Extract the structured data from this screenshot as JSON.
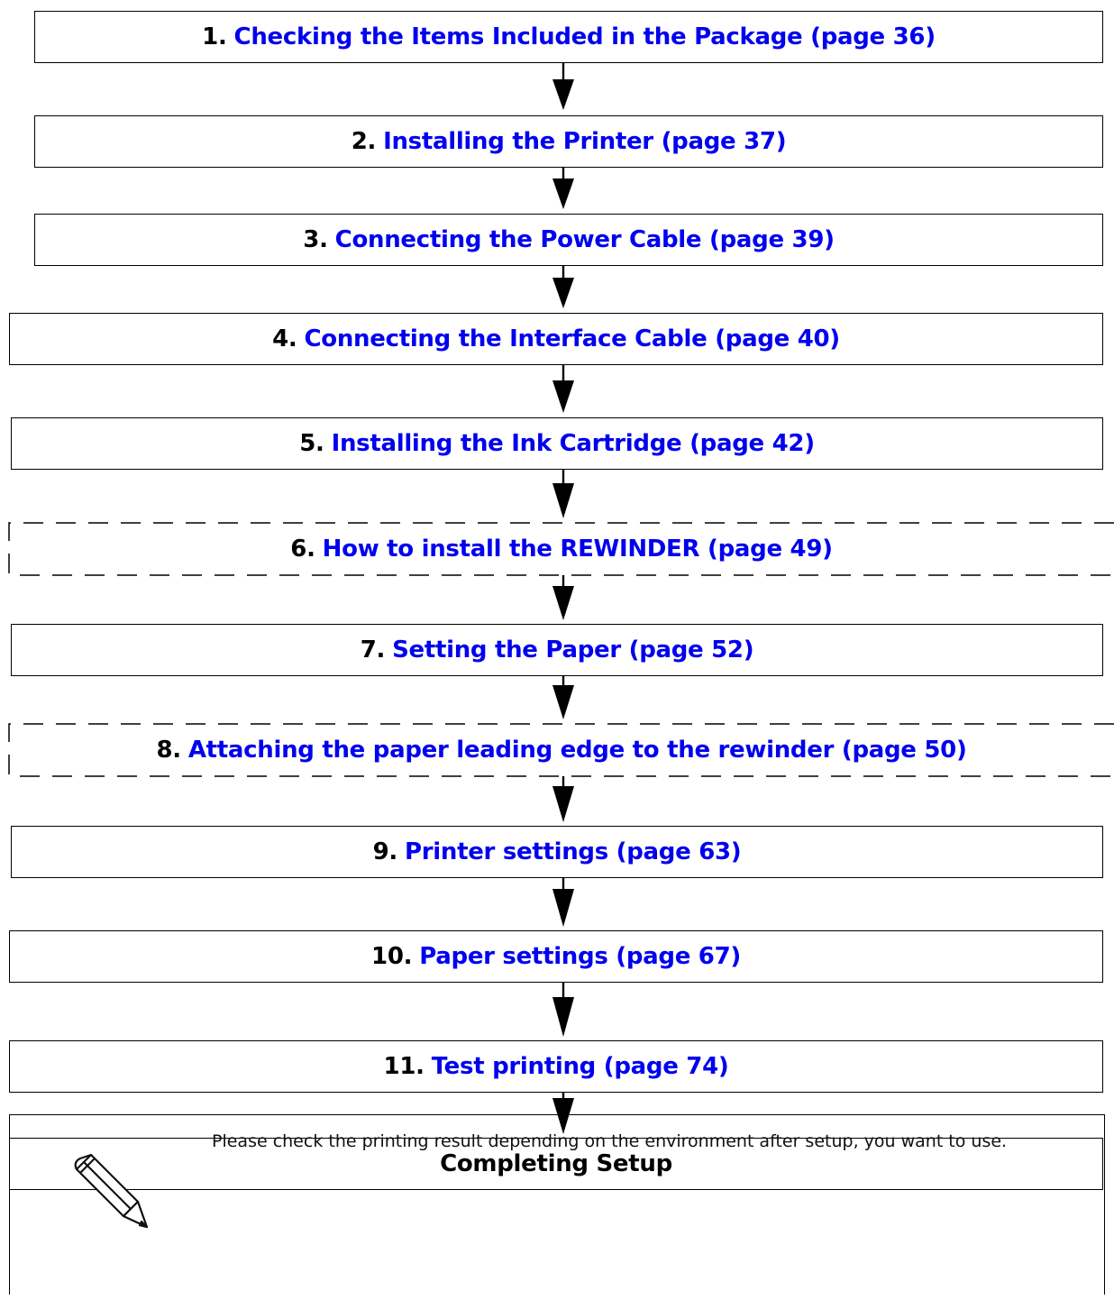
{
  "steps": [
    {
      "number": "1.",
      "link": "Checking the Items Included in the Package (page 36)",
      "optional": false
    },
    {
      "number": "2.",
      "link": "Installing the Printer (page 37)",
      "optional": false
    },
    {
      "number": "3.",
      "link": "Connecting the Power Cable (page 39)",
      "optional": false
    },
    {
      "number": "4.",
      "link": "Connecting the Interface Cable (page 40)",
      "optional": false
    },
    {
      "number": "5.",
      "link": "Installing the Ink Cartridge (page 42)",
      "optional": false
    },
    {
      "number": "6.",
      "link": "How to install the REWINDER (page 49)",
      "optional": true
    },
    {
      "number": "7.",
      "link": "Setting the Paper (page 52)",
      "optional": false
    },
    {
      "number": "8.",
      "link": "Attaching the paper leading edge to the rewinder (page 50)",
      "optional": true
    },
    {
      "number": "9.",
      "link": "Printer settings (page 63)",
      "optional": false
    },
    {
      "number": "10.",
      "link": "Paper settings (page 67)",
      "optional": false
    },
    {
      "number": "11.",
      "link": "Test printing (page 74)",
      "optional": false
    }
  ],
  "final_step": "Completing Setup",
  "note": {
    "text": "Please check the printing result depending on the environment after setup, you want to use.",
    "icon": "pencil-icon"
  },
  "colors": {
    "link": "#0000ee",
    "border": "#000000"
  }
}
